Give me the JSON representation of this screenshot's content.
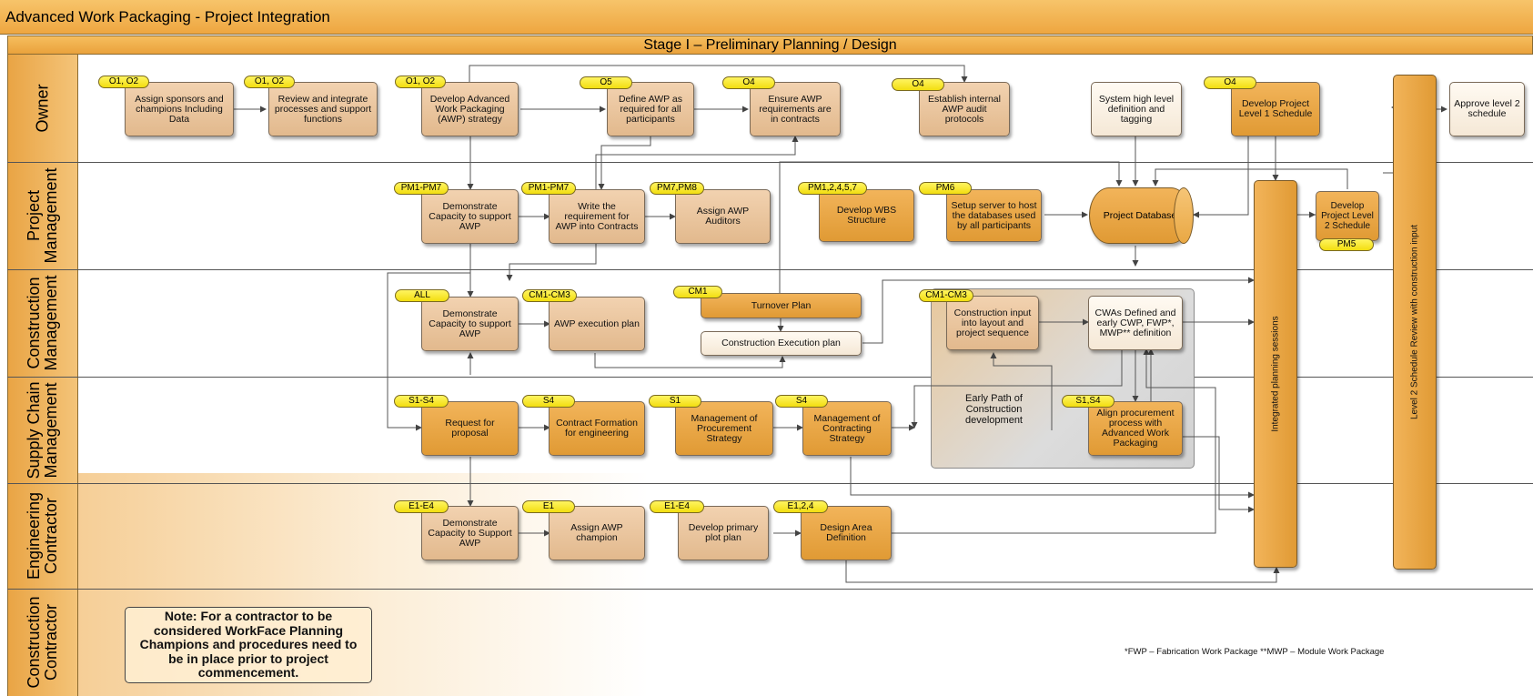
{
  "title": "Advanced Work Packaging -  Project Integration",
  "stage": "Stage I – Preliminary Planning / Design",
  "lanes": [
    "Owner",
    "Project\nManagement",
    "Construction\nManagement",
    "Supply Chain\nManagement",
    "Engineering\nContractor",
    "Construction\nContractor"
  ],
  "boxes": {
    "assign_sponsors": "Assign sponsors and champions Including Data",
    "review_integrate": "Review and integrate processes and support functions",
    "develop_awp_strategy": "Develop Advanced Work Packaging (AWP) strategy",
    "define_awp": "Define AWP as required for all participants",
    "ensure_awp": "Ensure AWP requirements are in contracts",
    "establish_audit": "Establish internal AWP audit protocols",
    "system_high_level": "System high level definition and tagging",
    "develop_l1_schedule": "Develop Project Level 1 Schedule",
    "approve_l2": "Approve level 2 schedule",
    "pm_demonstrate": "Demonstrate Capacity to support AWP",
    "write_requirement": "Write the requirement for AWP into Contracts",
    "assign_auditors": "Assign AWP Auditors",
    "develop_wbs": "Develop WBS Structure",
    "setup_server": "Setup server to host the databases used by all participants",
    "project_database": "Project Database",
    "develop_l2_schedule": "Develop Project Level 2 Schedule",
    "cm_demonstrate": "Demonstrate Capacity to support AWP",
    "awp_execution_plan": "AWP execution plan",
    "turnover_plan": "Turnover Plan",
    "construction_execution_plan": "Construction Execution plan",
    "construction_input": "Construction input into layout and project sequence",
    "cwas_defined": "CWAs Defined and early CWP, FWP*, MWP** definition",
    "early_path": "Early Path of Construction development",
    "request_proposal": "Request for proposal",
    "contract_formation": "Contract Formation for engineering",
    "mgmt_procurement": "Management of Procurement Strategy",
    "mgmt_contracting": "Management of Contracting Strategy",
    "align_procurement": "Align procurement process with Advanced Work Packaging",
    "ec_demonstrate": "Demonstrate Capacity to Support AWP",
    "assign_champion": "Assign AWP champion",
    "develop_plot_plan": "Develop primary plot plan",
    "design_area": "Design Area Definition"
  },
  "vertical_bars": {
    "integrated_sessions": "Integrated planning sessions",
    "l2_review": "Level 2 Schedule Review with construction input"
  },
  "tags": {
    "t1": "O1, O2",
    "t2": "O1, O2",
    "t3": "O1, O2",
    "t4": "O5",
    "t5": "O4",
    "t6": "O4",
    "t7": "O4",
    "t8": "PM1-PM7",
    "t9": "PM1-PM7",
    "t10": "PM7,PM8",
    "t11": "PM1,2,4,5,7",
    "t12": "PM6",
    "t13": "PM5",
    "t14": "ALL",
    "t15": "CM1-CM3",
    "t16": "CM1",
    "t17": "CM1-CM3",
    "t18": "S1-S4",
    "t19": "S4",
    "t20": "S1",
    "t21": "S4",
    "t22": "S1,S4",
    "t23": "E1-E4",
    "t24": "E1",
    "t25": "E1-E4",
    "t26": "E1,2,4"
  },
  "note": "Note: For a contractor to be considered WorkFace Planning Champions and procedures need to be in place prior to project commencement.",
  "footnote": "*FWP – Fabrication Work Package  **MWP – Module Work Package"
}
